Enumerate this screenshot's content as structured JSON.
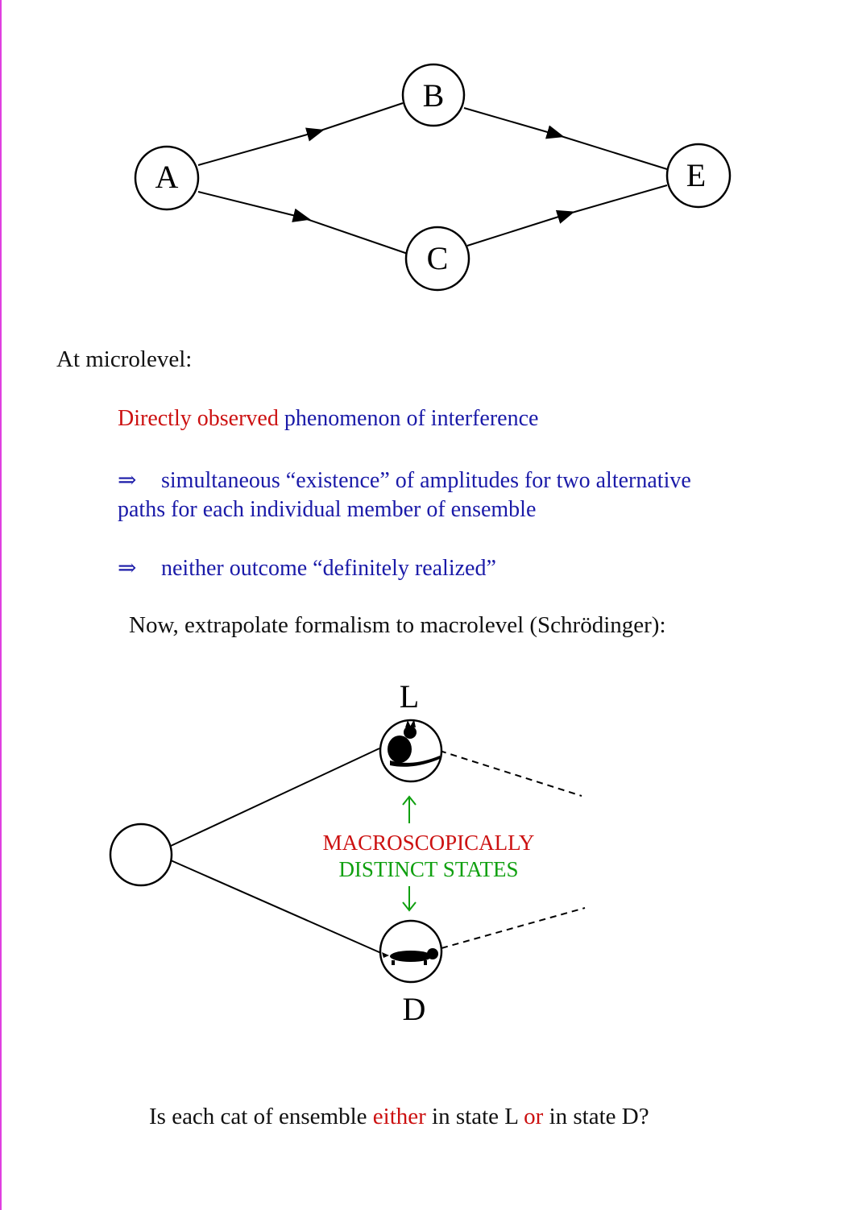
{
  "graph": {
    "nodes": [
      "A",
      "B",
      "C",
      "E"
    ]
  },
  "text": {
    "heading": "At microlevel:",
    "line1_red": "Directly observed",
    "line1_blue": "phenomenon of interference",
    "implies_symbol": "⇒",
    "line2a": "simultaneous “existence” of amplitudes for two alternative",
    "line2b": "paths for each individual member of ensemble",
    "line3": "neither outcome “definitely realized”",
    "line4_bold": "Now, extrapolate",
    "line4_rest": "formalism to macrolevel (Schrödinger):"
  },
  "cat_diagram": {
    "label_top": "L",
    "label_bottom": "D",
    "macro_line1": "MACROSCOPICALLY",
    "macro_line2": "DISTINCT STATES",
    "arrow_up": "↑",
    "arrow_down": "↓"
  },
  "question": {
    "part1": "Is each cat",
    "part2": "of ensemble",
    "either": "either",
    "part3": "in state L",
    "or": "or",
    "part4": "in state D?"
  },
  "colors": {
    "red": "#cc1111",
    "blue": "#1a1aa8",
    "green": "#10a010"
  }
}
